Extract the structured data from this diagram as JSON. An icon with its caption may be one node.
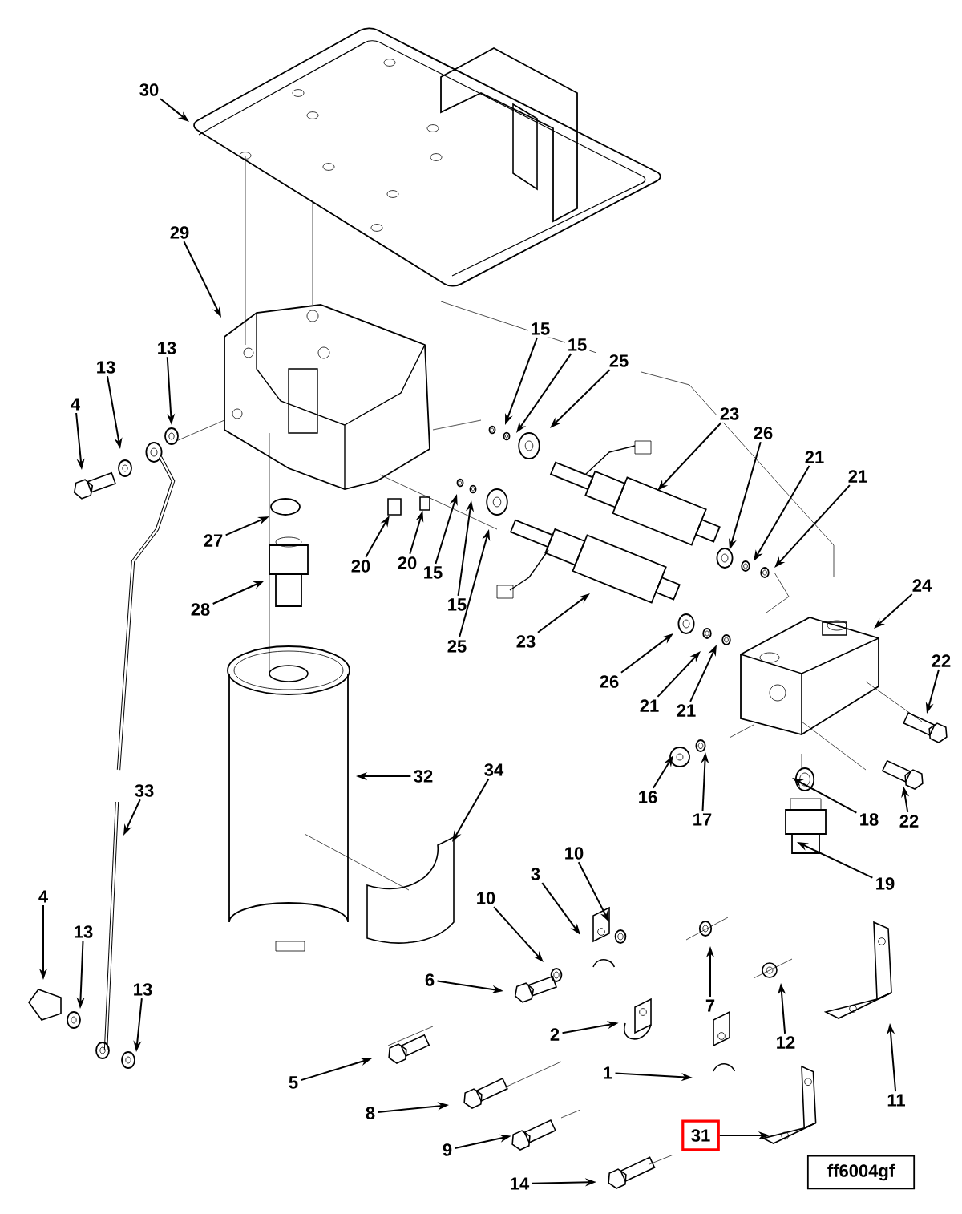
{
  "diagram": {
    "nodes": [
      {
        "text": [
          "30"
        ]
      },
      {
        "text": [
          "29"
        ]
      },
      {
        "text": [
          "15"
        ]
      },
      {
        "text": [
          "15"
        ]
      },
      {
        "text": [
          "13"
        ]
      },
      {
        "text": [
          "25"
        ]
      },
      {
        "text": [
          "13"
        ]
      },
      {
        "text": [
          "4"
        ]
      },
      {
        "text": [
          "23"
        ]
      },
      {
        "text": [
          "26"
        ]
      },
      {
        "text": [
          "21"
        ]
      },
      {
        "text": [
          "21"
        ]
      },
      {
        "text": [
          "27"
        ]
      },
      {
        "text": [
          "20"
        ]
      },
      {
        "text": [
          "20"
        ]
      },
      {
        "text": [
          "15"
        ]
      },
      {
        "text": [
          "24"
        ]
      },
      {
        "text": [
          "15"
        ]
      },
      {
        "text": [
          "28"
        ]
      },
      {
        "text": [
          "23"
        ]
      },
      {
        "text": [
          "25"
        ]
      },
      {
        "text": [
          "22"
        ]
      },
      {
        "text": [
          "26"
        ]
      },
      {
        "text": [
          "21"
        ]
      },
      {
        "text": [
          "21"
        ]
      },
      {
        "text": [
          "34"
        ]
      },
      {
        "text": [
          "32"
        ]
      },
      {
        "text": [
          "33"
        ]
      },
      {
        "text": [
          "16"
        ]
      },
      {
        "text": [
          "17"
        ]
      },
      {
        "text": [
          "18"
        ]
      },
      {
        "text": [
          "22"
        ]
      },
      {
        "text": [
          "10"
        ]
      },
      {
        "text": [
          "3"
        ]
      },
      {
        "text": [
          "19"
        ]
      },
      {
        "text": [
          "4"
        ]
      },
      {
        "text": [
          "10"
        ]
      },
      {
        "text": [
          "13"
        ]
      },
      {
        "text": [
          "6"
        ]
      },
      {
        "text": [
          "13"
        ]
      },
      {
        "text": [
          "7"
        ]
      },
      {
        "text": [
          "2"
        ]
      },
      {
        "text": [
          "12"
        ]
      },
      {
        "text": [
          "1"
        ]
      },
      {
        "text": [
          "5"
        ]
      },
      {
        "text": [
          "11"
        ]
      },
      {
        "text": [
          "8"
        ]
      },
      {
        "text": [
          "31"
        ]
      },
      {
        "text": [
          "9"
        ]
      },
      {
        "text": [
          "ff6004gf"
        ]
      },
      {
        "text": [
          "14"
        ]
      },
      {
        "text": [],
        "shape": "box"
      },
      {
        "text": [],
        "shape": "box"
      },
      {
        "text": [],
        "shape": "picture"
      },
      {
        "text": [],
        "shape": "picture"
      },
      {
        "text": [],
        "shape": "picture"
      }
    ],
    "edges": [
      {
        "from": 0,
        "to": null,
        "arrow": "to"
      },
      {
        "from": 1,
        "to": null,
        "arrow": "to"
      },
      {
        "from": 2,
        "to": null,
        "arrow": "to"
      },
      {
        "from": 3,
        "to": null,
        "arrow": "to"
      },
      {
        "from": 4,
        "to": null,
        "arrow": "to"
      },
      {
        "from": 5,
        "to": null,
        "arrow": "to"
      },
      {
        "from": 6,
        "to": null,
        "arrow": "to"
      },
      {
        "from": 7,
        "to": null,
        "arrow": "to"
      },
      {
        "from": 8,
        "to": null,
        "arrow": "to"
      },
      {
        "from": 9,
        "to": null,
        "arrow": "to"
      },
      {
        "from": 10,
        "to": null,
        "arrow": "to"
      },
      {
        "from": 11,
        "to": null,
        "arrow": "to"
      },
      {
        "from": 12,
        "to": null,
        "arrow": "to"
      },
      {
        "from": 13,
        "to": 52,
        "arrow": "to"
      },
      {
        "from": 14,
        "to": 51,
        "arrow": "to"
      },
      {
        "from": 15,
        "to": null,
        "arrow": "to"
      },
      {
        "from": 16,
        "to": null,
        "arrow": "to"
      },
      {
        "from": 17,
        "to": null,
        "arrow": "to"
      },
      {
        "from": 18,
        "to": null,
        "arrow": "to"
      },
      {
        "from": 19,
        "to": null,
        "arrow": "to"
      },
      {
        "from": 20,
        "to": null,
        "arrow": "to"
      },
      {
        "from": 21,
        "to": null,
        "arrow": "to"
      },
      {
        "from": 22,
        "to": null,
        "arrow": "to"
      },
      {
        "from": 23,
        "to": null,
        "arrow": "to"
      },
      {
        "from": 24,
        "to": null,
        "arrow": "to"
      },
      {
        "from": 25,
        "to": null,
        "arrow": "to"
      },
      {
        "from": 26,
        "to": null,
        "arrow": "to"
      },
      {
        "from": 27,
        "to": null,
        "arrow": "to"
      },
      {
        "from": 28,
        "to": null,
        "arrow": "to"
      },
      {
        "from": 29,
        "to": null,
        "arrow": "to"
      },
      {
        "from": 30,
        "to": null,
        "arrow": "to"
      },
      {
        "from": 31,
        "to": 53,
        "arrow": "to"
      },
      {
        "from": 32,
        "to": null,
        "arrow": "to"
      },
      {
        "from": 33,
        "to": null,
        "arrow": "to"
      },
      {
        "from": 34,
        "to": null,
        "arrow": "to"
      },
      {
        "from": 35,
        "to": null,
        "arrow": "to"
      },
      {
        "from": 36,
        "to": null,
        "arrow": "to"
      },
      {
        "from": 37,
        "to": null,
        "arrow": "to"
      },
      {
        "from": 38,
        "to": null,
        "arrow": "to"
      },
      {
        "from": 39,
        "to": null,
        "arrow": "to"
      },
      {
        "from": 40,
        "to": null,
        "arrow": "to"
      },
      {
        "from": 41,
        "to": 54,
        "arrow": "to"
      },
      {
        "from": 42,
        "to": null,
        "arrow": "to"
      },
      {
        "from": 43,
        "to": null,
        "arrow": "to"
      },
      {
        "from": 44,
        "to": null,
        "arrow": "to"
      },
      {
        "from": 45,
        "to": null,
        "arrow": "to"
      },
      {
        "from": 46,
        "to": null,
        "arrow": "to"
      },
      {
        "from": 47,
        "to": null,
        "arrow": "to"
      },
      {
        "from": 48,
        "to": 55,
        "arrow": "to"
      },
      {
        "from": 50,
        "to": null,
        "arrow": "to"
      }
    ]
  }
}
